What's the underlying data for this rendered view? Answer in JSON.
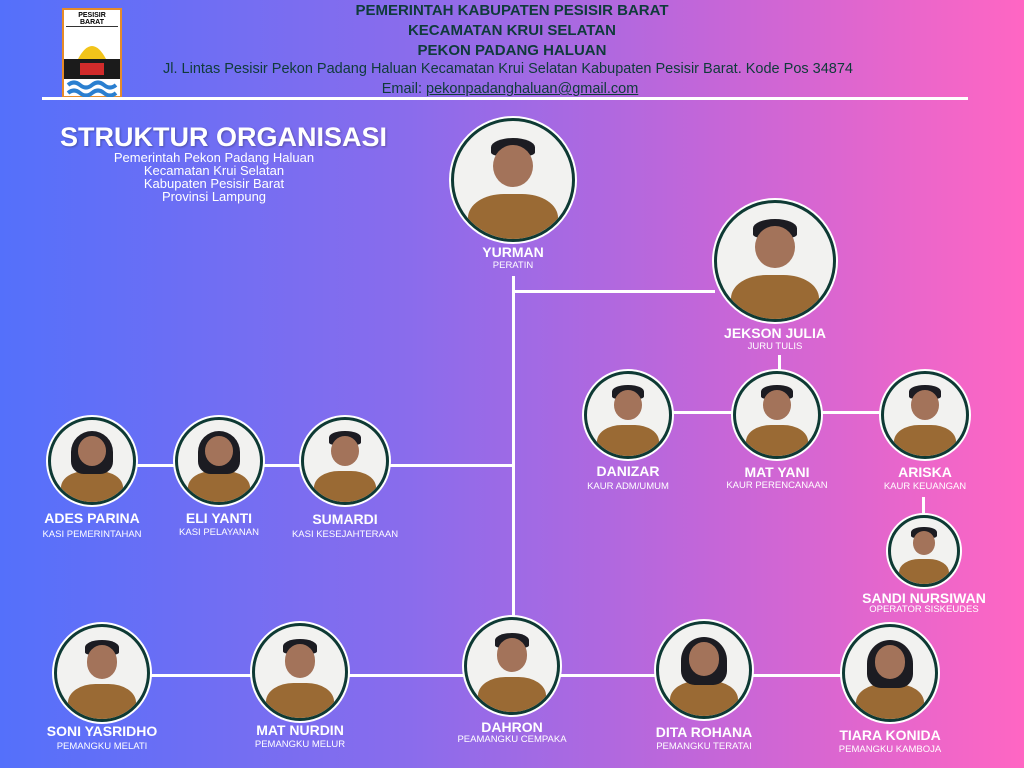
{
  "header": {
    "logo_text": "PESISIR BARAT",
    "line1": "PEMERINTAH KABUPATEN PESISIR BARAT",
    "line2": "KECAMATAN KRUI SELATAN",
    "line3": "PEKON PADANG HALUAN",
    "address": "Jl. Lintas Pesisir Pekon Padang Haluan Kecamatan Krui Selatan Kabupaten Pesisir Barat. Kode Pos 34874",
    "email_label": "Email: ",
    "email": "pekonpadanghaluan@gmail.com"
  },
  "title": "STRUKTUR ORGANISASI",
  "subtitle": [
    "Pemerintah Pekon Padang Haluan",
    "Kecamatan Krui Selatan",
    "Kabupaten Pesisir Barat",
    "Provinsi Lampung"
  ],
  "members": [
    {
      "name": "YURMAN",
      "role": "PERATIN"
    },
    {
      "name": "JEKSON JULIA",
      "role": "JURU TULIS"
    },
    {
      "name": "DANIZAR",
      "role": "KAUR ADM/UMUM"
    },
    {
      "name": "MAT YANI",
      "role": "KAUR PERENCANAAN"
    },
    {
      "name": "ARISKA",
      "role": "KAUR KEUANGAN"
    },
    {
      "name": "SANDI NURSIWAN",
      "role": "OPERATOR SISKEUDES"
    },
    {
      "name": "ADES PARINA",
      "role": "KASI PEMERINTAHAN"
    },
    {
      "name": "ELI YANTI",
      "role": "KASI PELAYANAN"
    },
    {
      "name": "SUMARDI",
      "role": "KASI KESEJAHTERAAN"
    },
    {
      "name": "SONI YASRIDHO",
      "role": "PEMANGKU MELATI"
    },
    {
      "name": "MAT NURDIN",
      "role": "PEMANGKU MELUR"
    },
    {
      "name": "DAHRON",
      "role": "PEAMANGKU CEMPAKA"
    },
    {
      "name": "DITA ROHANA",
      "role": "PEMANGKU TERATAI"
    },
    {
      "name": "TIARA KONIDA",
      "role": "PEMANGKU KAMBOJA"
    }
  ],
  "colors": {
    "border": "#0e3a34",
    "header_text": "#0f3b3a",
    "line": "#ffffff"
  }
}
